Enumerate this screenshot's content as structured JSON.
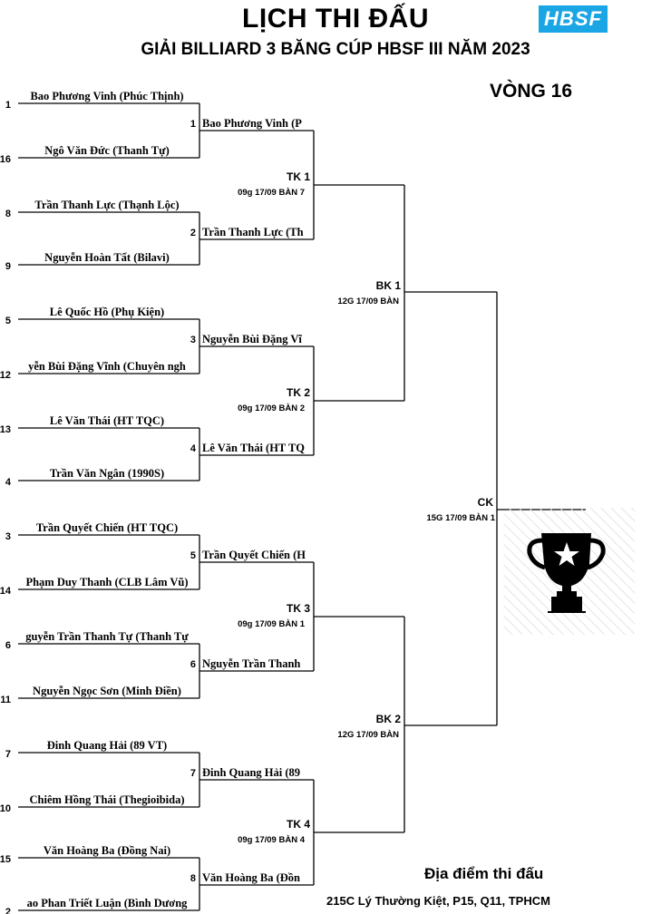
{
  "header": {
    "title": "LỊCH THI ĐẤU",
    "subtitle": "GIẢI BILLIARD 3 BĂNG CÚP HBSF III NĂM 2023",
    "round": "VÒNG 16",
    "logo_text": "HBSF"
  },
  "colors": {
    "logo_bg": "#1aa6e4",
    "lines": "#000000"
  },
  "players": [
    {
      "seed": "1",
      "name": "Bao Phương Vinh (Phúc Thịnh)"
    },
    {
      "seed": "16",
      "name": "Ngô Văn Đức (Thanh Tự)"
    },
    {
      "seed": "8",
      "name": "Trần Thanh Lực (Thạnh Lộc)"
    },
    {
      "seed": "9",
      "name": "Nguyễn Hoàn Tất (Bilavi)"
    },
    {
      "seed": "5",
      "name": "Lê Quốc Hồ (Phụ Kiện)"
    },
    {
      "seed": "12",
      "name": "yễn Bùi Đặng Vĩnh (Chuyên ngh"
    },
    {
      "seed": "13",
      "name": "Lê Văn Thái (HT TQC)"
    },
    {
      "seed": "4",
      "name": "Trần Văn Ngân (1990S)"
    },
    {
      "seed": "3",
      "name": "Trần Quyết Chiến (HT TQC)"
    },
    {
      "seed": "14",
      "name": "Phạm Duy Thanh (CLB Lâm Vũ)"
    },
    {
      "seed": "6",
      "name": "guyễn Trần Thanh Tự (Thanh Tự"
    },
    {
      "seed": "11",
      "name": "Nguyễn Ngọc Sơn (Minh Điền)"
    },
    {
      "seed": "7",
      "name": "Đinh Quang Hải (89 VT)"
    },
    {
      "seed": "10",
      "name": "Chiêm Hồng Thái (Thegioibida)"
    },
    {
      "seed": "15",
      "name": "Văn Hoàng Ba (Đồng Nai)"
    },
    {
      "seed": "2",
      "name": "ao Phan Triết Luận (Bình Dương"
    }
  ],
  "round1_winners": [
    {
      "match": "1",
      "name": "Bao Phương Vinh (P"
    },
    {
      "match": "2",
      "name": "Trần Thanh Lực (Th"
    },
    {
      "match": "3",
      "name": "Nguyễn Bùi Đặng Vĩ"
    },
    {
      "match": "4",
      "name": "Lê Văn Thái (HT TQ"
    },
    {
      "match": "5",
      "name": "Trần Quyết Chiến (H"
    },
    {
      "match": "6",
      "name": "Nguyễn Trần Thanh"
    },
    {
      "match": "7",
      "name": "Đinh Quang Hải (89"
    },
    {
      "match": "8",
      "name": "Văn Hoàng Ba (Đồn"
    }
  ],
  "quarterfinals": [
    {
      "label": "TK 1",
      "info": "09g  17/09 BÀN 7"
    },
    {
      "label": "TK 2",
      "info": "09g  17/09 BÀN 2"
    },
    {
      "label": "TK 3",
      "info": "09g  17/09 BÀN  1"
    },
    {
      "label": "TK 4",
      "info": "09g  17/09 BÀN 4"
    }
  ],
  "semifinals": [
    {
      "label": "BK 1",
      "info": "12G  17/09 BÀN"
    },
    {
      "label": "BK 2",
      "info": "12G  17/09 BÀN"
    }
  ],
  "final": {
    "label": "CK",
    "info": "15G   17/09 BÀN 1"
  },
  "venue": {
    "title": "Địa điểm thi đấu",
    "address": "215C Lý Thường Kiệt, P15, Q11, TPHCM"
  }
}
